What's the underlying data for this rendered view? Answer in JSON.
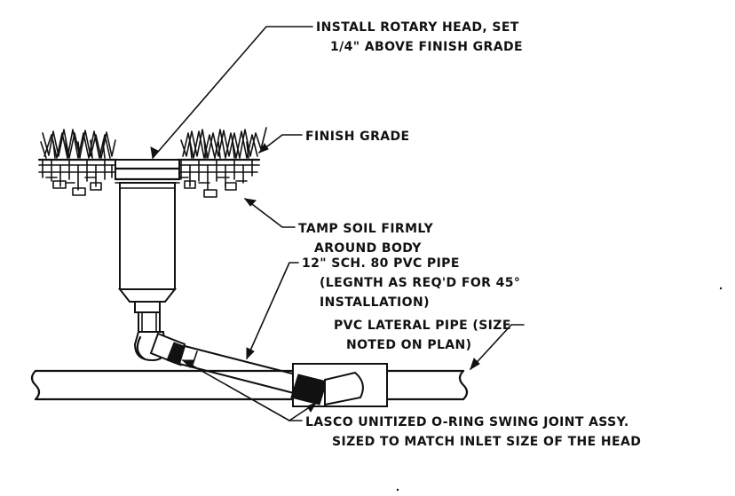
{
  "labels": {
    "rotary_head_l1": "INSTALL ROTARY HEAD, SET",
    "rotary_head_l2": "1/4\" ABOVE FINISH GRADE",
    "finish_grade": "FINISH GRADE",
    "tamp_l1": "TAMP SOIL FIRMLY",
    "tamp_l2": "AROUND BODY",
    "pvc_pipe_l1": "12\" SCH. 80 PVC PIPE",
    "pvc_pipe_l2": "(LEGNTH AS REQ'D FOR 45°",
    "pvc_pipe_l3": "INSTALLATION)",
    "lateral_l1": "PVC LATERAL PIPE (SIZE",
    "lateral_l2": "NOTED ON PLAN)",
    "lasco_l1": "LASCO UNITIZED O-RING SWING JOINT ASSY.",
    "lasco_l2": "SIZED TO MATCH INLET SIZE OF THE HEAD"
  },
  "colors": {
    "ink": "#111111",
    "paper": "#ffffff"
  }
}
